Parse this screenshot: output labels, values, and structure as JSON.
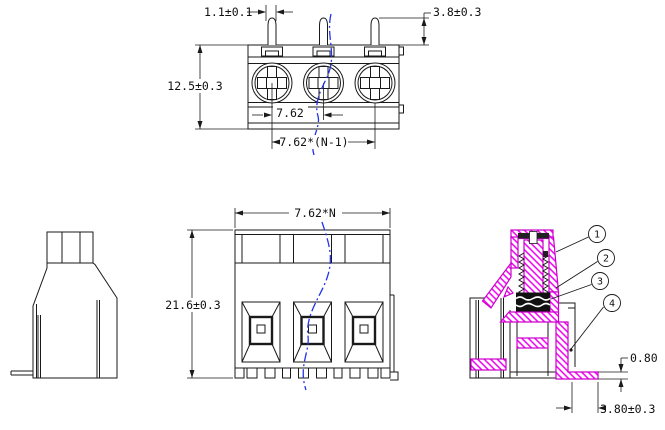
{
  "drawing": {
    "title": "terminal-block-technical-drawing",
    "colors": {
      "line": "#1a1a1a",
      "section_hatch": "#ee00ee",
      "break_line": "#2233ee",
      "background": "#ffffff"
    },
    "views": {
      "top": {
        "dims": {
          "pin_width": "1.1±0.1",
          "pin_height": "3.8±0.3",
          "body_depth": "12.5±0.3",
          "pitch": "7.62",
          "pitch_span": "7.62*(N-1)"
        }
      },
      "front": {
        "dims": {
          "total_width": "7.62*N",
          "total_height": "21.6±0.3"
        }
      },
      "section": {
        "callouts": [
          "1",
          "2",
          "3",
          "4"
        ],
        "dims": {
          "pin_thickness": "0.80",
          "pin_extension": "3.80±0.3"
        }
      }
    }
  }
}
